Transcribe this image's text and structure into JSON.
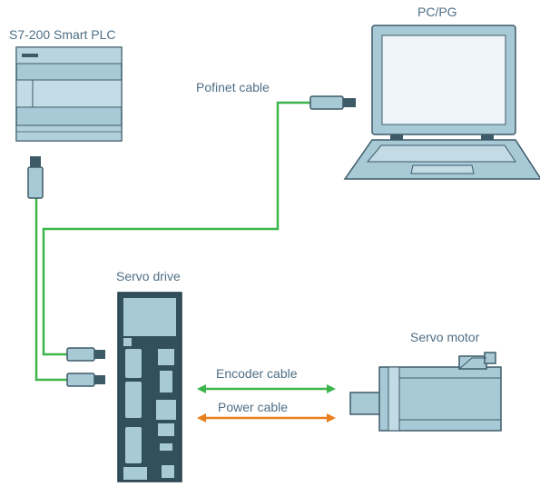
{
  "labels": {
    "plc": "S7-200 Smart PLC",
    "pc": "PC/PG",
    "profinet": "Pofinet cable",
    "drive": "Servo drive",
    "motor": "Servo motor",
    "encoder": "Encoder cable",
    "power": "Power cable"
  },
  "colors": {
    "device_fill": "#a8c9d6",
    "device_stroke": "#3d5a68",
    "dark_body": "#314f5c",
    "profinet_cable": "#3cb54a",
    "encoder_arrow": "#3cb54a",
    "power_arrow": "#e8801e",
    "label_text": "#4f6f86"
  },
  "icons": {
    "plc": "plc-icon",
    "pc": "laptop-icon",
    "drive": "servo-drive-icon",
    "motor": "servo-motor-icon"
  }
}
